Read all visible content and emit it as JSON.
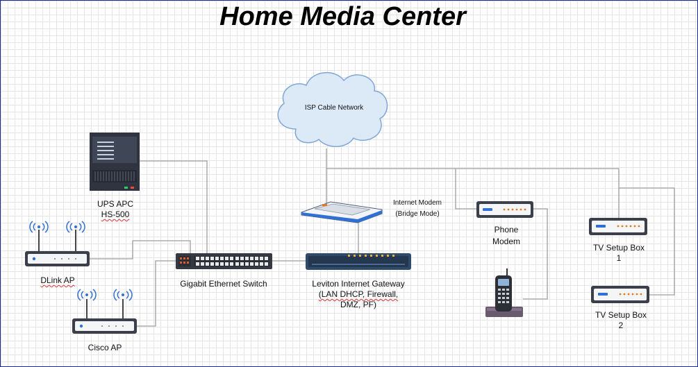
{
  "title": "Home Media Center",
  "nodes": {
    "isp": "ISP Cable Network",
    "modem_line1": "Internet Modem",
    "modem_line2": "(Bridge Mode)",
    "ups_line1": "UPS APC",
    "ups_line2": "HS-500",
    "dlink": "DLink AP",
    "cisco": "Cisco AP",
    "switch": "Gigabit Ethernet Switch",
    "gateway_line1": "Leviton Internet Gateway",
    "gateway_line2": "(LAN DHCP, Firewall,",
    "gateway_line3": "DMZ, PF)",
    "phone_modem_line1": "Phone",
    "phone_modem_line2": "Modem",
    "tv1_line1": "TV Setup Box",
    "tv1_line2": "1",
    "tv2_line1": "TV Setup Box",
    "tv2_line2": "2"
  },
  "colors": {
    "cloud_fill": "#dce9f7",
    "cloud_stroke": "#7ea6d8",
    "device_dark": "#3b3f4a",
    "connector": "#9e9e9e",
    "accent_blue": "#2f6fd6",
    "accent_orange": "#e07a20"
  }
}
